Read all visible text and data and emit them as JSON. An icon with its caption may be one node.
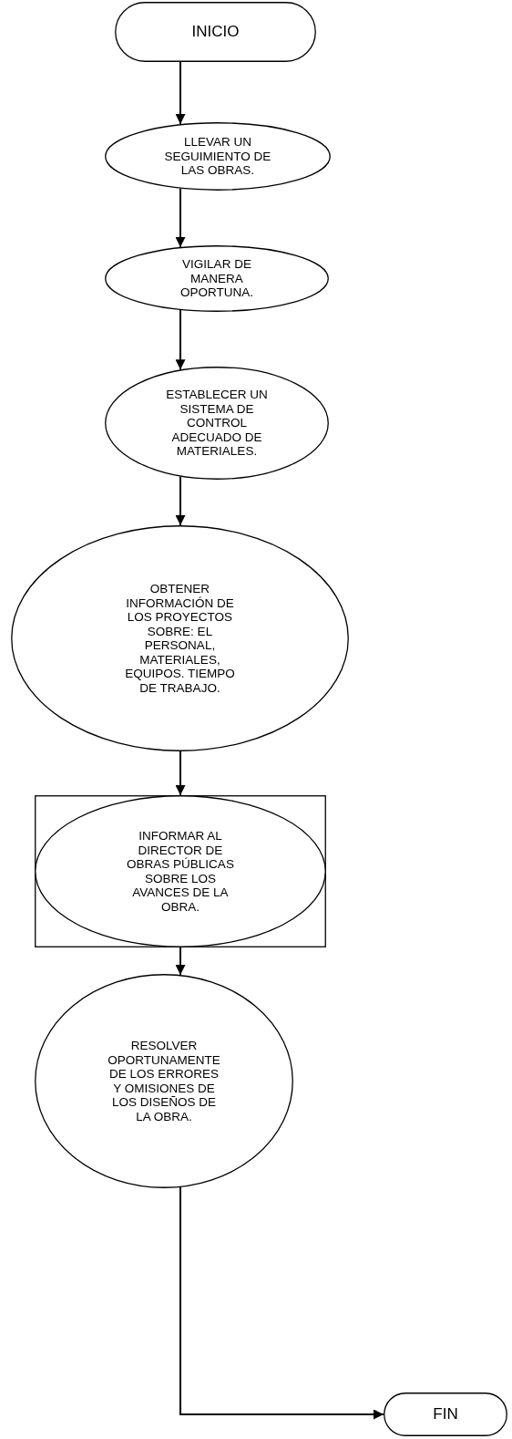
{
  "diagram": {
    "nodes": [
      {
        "text": [
          "INICIO"
        ]
      },
      {
        "text": [
          "LLEVAR UN SEGUIMIENTO DE LAS OBRAS."
        ]
      },
      {
        "text": [
          "VIGILAR DE MANERA OPORTUNA."
        ]
      },
      {
        "text": [
          "ESTABLECER UN SISTEMA DE CONTROL ADECUADO DE MATERIALES."
        ]
      },
      {
        "text": [
          "OBTENER INFORMACIÓN DE LOS PROYECTOS SOBRE: EL PERSONAL, MATERIALES, EQUIPOS. TIEMPO DE TRABAJO."
        ]
      },
      {
        "text": [],
        "shape": "box"
      },
      {
        "text": [
          "INFORMAR AL DIRECTOR DE OBRAS PÚBLICAS SOBRE LOS AVANCES DE LA OBRA."
        ],
        "in": 5
      },
      {
        "text": [
          "RESOLVER OPORTUNAMENTE DE LOS ERRORES Y OMISIONES DE LOS DISEÑOS DE LA OBRA."
        ]
      },
      {
        "text": [
          "FIN"
        ]
      }
    ],
    "edges": [
      {
        "from": 0,
        "to": 1,
        "arrow": "to"
      },
      {
        "from": 1,
        "to": 2,
        "arrow": "to"
      },
      {
        "from": 2,
        "to": 3,
        "arrow": "to"
      },
      {
        "from": 3,
        "to": 4,
        "arrow": "to"
      },
      {
        "from": 4,
        "to": 5,
        "arrow": "to"
      },
      {
        "from": 5,
        "to": 7,
        "arrow": "to"
      },
      {
        "from": 7,
        "to": 8,
        "arrow": "to"
      }
    ]
  }
}
